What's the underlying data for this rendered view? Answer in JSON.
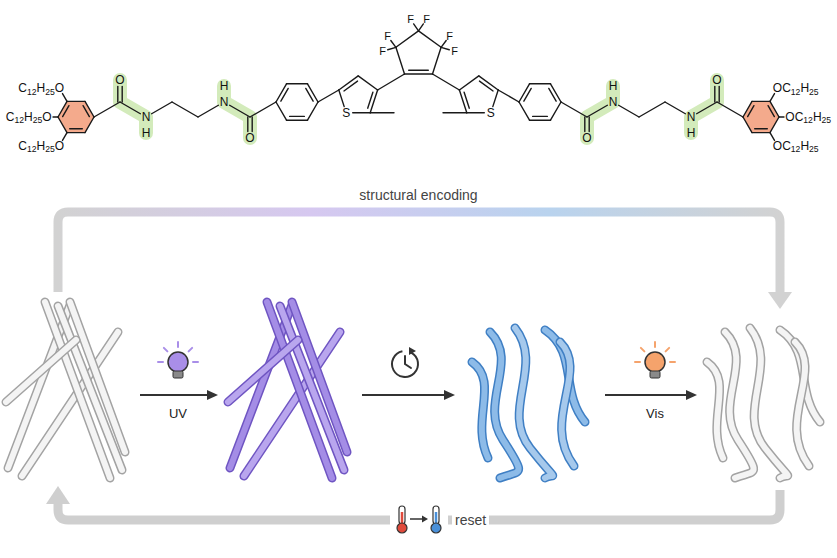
{
  "diagram": {
    "labels": [
      "F",
      "F",
      "F",
      "F",
      "F",
      "F",
      "C12H25O",
      "C12H25O",
      "C12H25O",
      "O",
      "N",
      "H",
      "H",
      "N",
      "O",
      "S",
      "S",
      "O",
      "N",
      "H",
      "H",
      "N",
      "O",
      "OC12H25",
      "OC12H25",
      "OC12H25",
      "structural encoding",
      "UV",
      "Vis",
      "reset"
    ]
  }
}
